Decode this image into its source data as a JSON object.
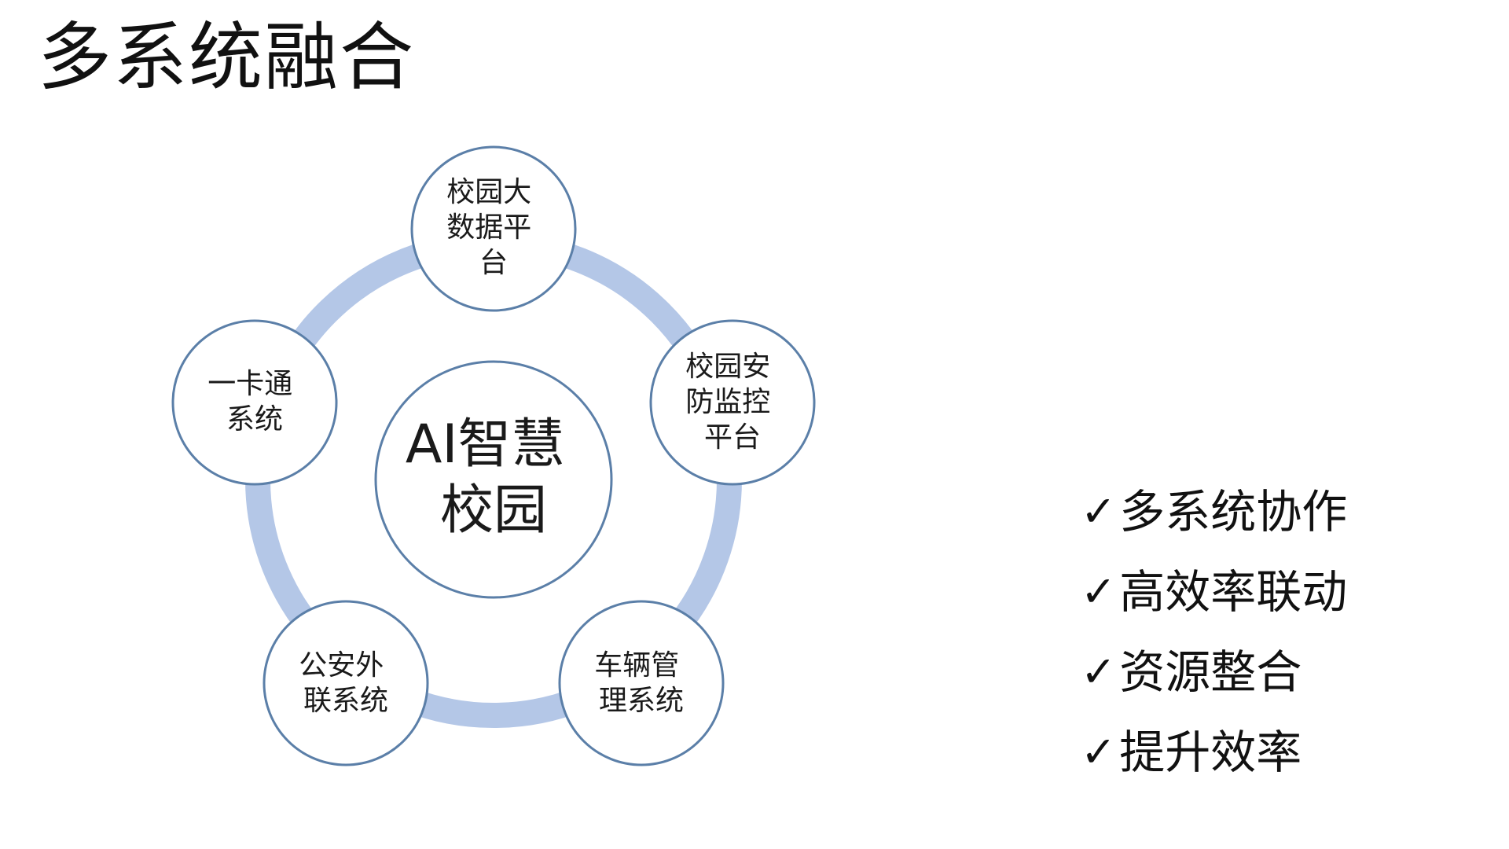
{
  "title": "多系统融合",
  "diagram": {
    "center": {
      "lines": [
        "AI智慧",
        "校园"
      ]
    },
    "nodes": [
      {
        "id": "big-data",
        "lines": [
          "校园大",
          "数据平",
          "台"
        ]
      },
      {
        "id": "security",
        "lines": [
          "校园安",
          "防监控",
          "平台"
        ]
      },
      {
        "id": "vehicle",
        "lines": [
          "车辆管",
          "理系统"
        ]
      },
      {
        "id": "police",
        "lines": [
          "公安外",
          "联系统"
        ]
      },
      {
        "id": "card",
        "lines": [
          "一卡通",
          "系统"
        ]
      }
    ],
    "colors": {
      "ring": "#b4c7e7",
      "node_border": "#5b7fa8",
      "node_fill": "#ffffff"
    }
  },
  "bullets": {
    "icon": "check-icon",
    "check_glyph": "✓",
    "items": [
      "多系统协作",
      "高效率联动",
      "资源整合",
      "提升效率"
    ]
  }
}
